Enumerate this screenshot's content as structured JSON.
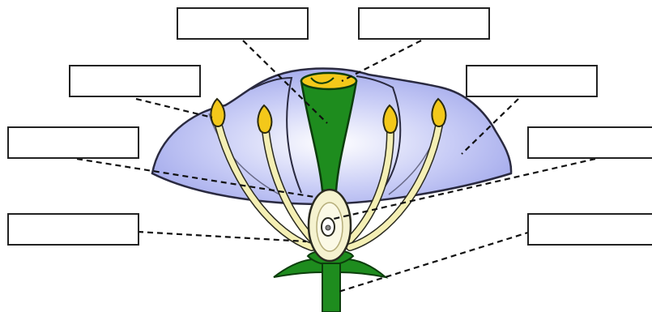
{
  "diagram": {
    "labels": [
      {
        "id": "top-left",
        "text": ""
      },
      {
        "id": "top-right",
        "text": ""
      },
      {
        "id": "upper-left",
        "text": ""
      },
      {
        "id": "upper-right",
        "text": ""
      },
      {
        "id": "middle-left",
        "text": ""
      },
      {
        "id": "middle-right",
        "text": ""
      },
      {
        "id": "lower-left",
        "text": ""
      },
      {
        "id": "lower-right",
        "text": ""
      }
    ]
  },
  "colors": {
    "petal": "#b9bff2",
    "petal_edge": "#2a2a40",
    "pistil": "#1e8c1e",
    "stamen_filament": "#f4efb4",
    "anther": "#f3c81a",
    "ovary": "#f5f2cf",
    "line": "#111111"
  },
  "icons": [
    "flower-diagram"
  ]
}
